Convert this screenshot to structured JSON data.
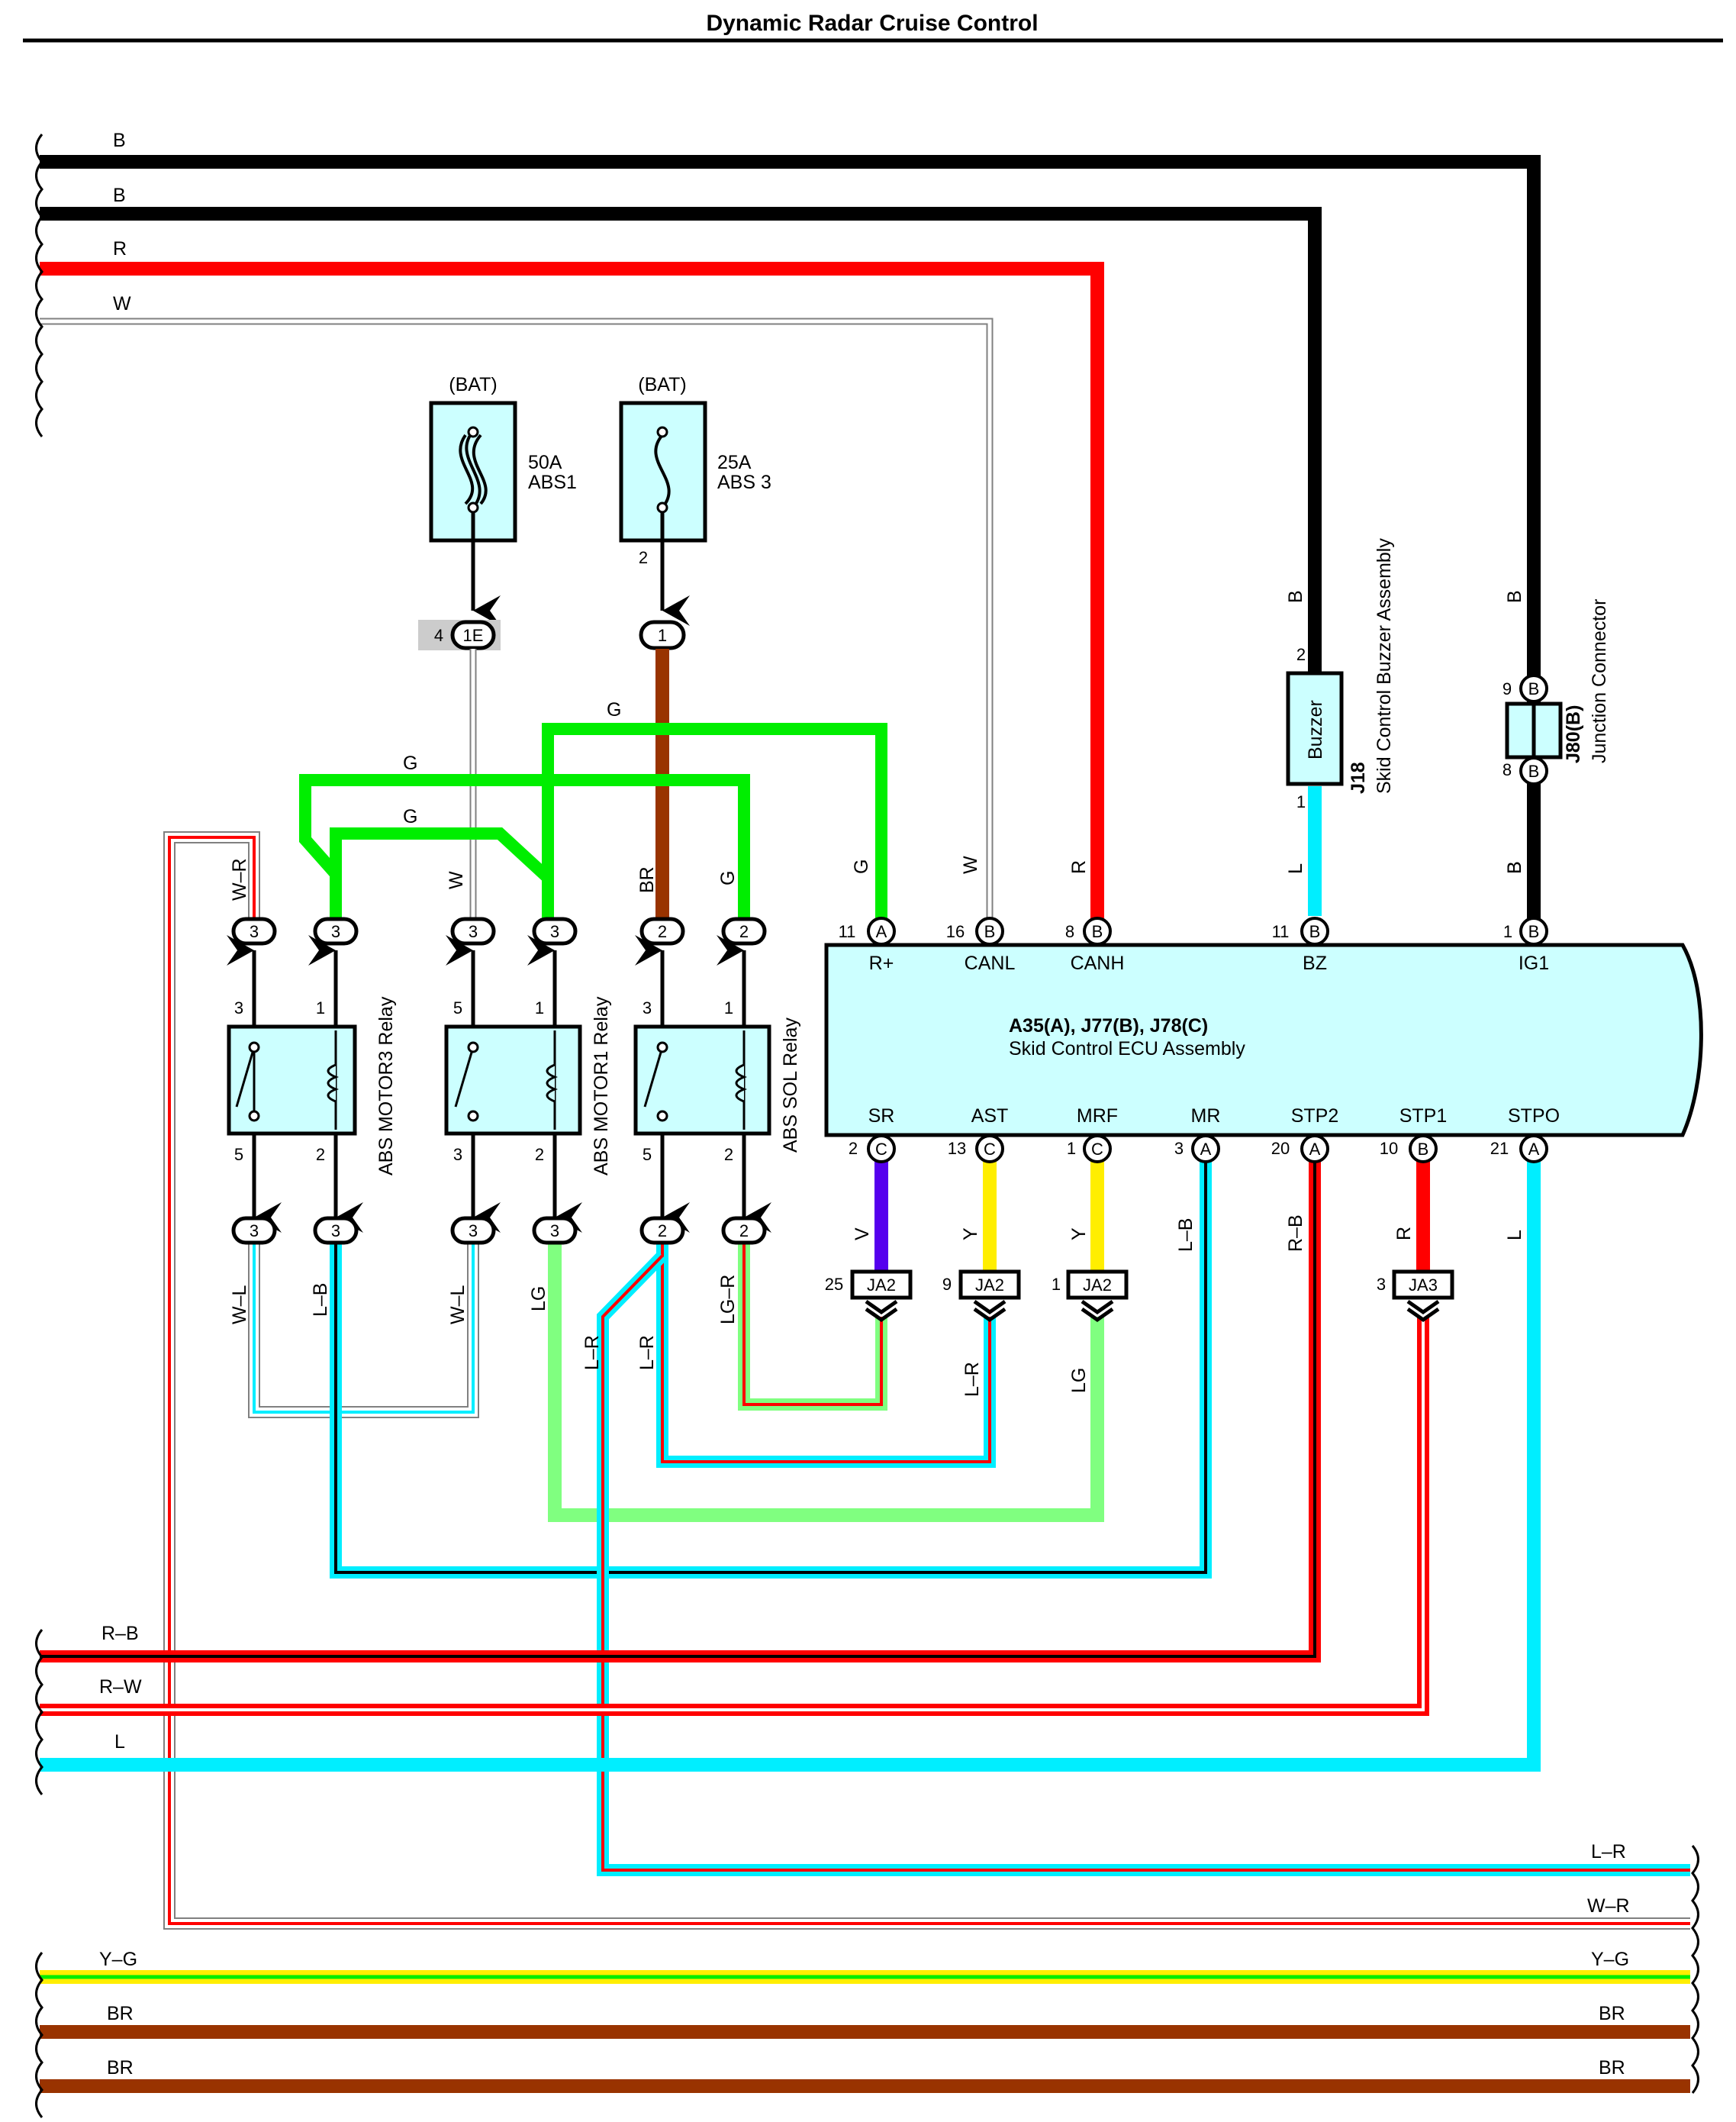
{
  "title": "Dynamic Radar Cruise Control",
  "colors": {
    "B": "#000000",
    "R": "#ff0000",
    "W": "#ffffff",
    "G": "#00ee00",
    "LG": "#80ff80",
    "L": "#00eeff",
    "BR": "#993300",
    "V": "#5500ee",
    "Y": "#ffee00",
    "ecu_fill": "#ccffff",
    "grey": "#cccccc"
  },
  "left_wires_top": [
    "B",
    "B",
    "R",
    "W"
  ],
  "left_wires_bottom": [
    "R–B",
    "R–W",
    "L"
  ],
  "right_wires_bottom": [
    "L–R",
    "W–R",
    "Y–G",
    "BR",
    "BR"
  ],
  "fuses": [
    {
      "source": "(BAT)",
      "amp": "50A",
      "name": "ABS1",
      "pin": "",
      "connector_pin": "4",
      "connector": "1E"
    },
    {
      "source": "(BAT)",
      "amp": "25A",
      "name": "ABS 3",
      "pin": "2",
      "connector": "1"
    }
  ],
  "relays": [
    {
      "name": "ABS MOTOR3 Relay",
      "pins_top": [
        "3",
        "1"
      ],
      "pins_bottom": [
        "5",
        "2"
      ],
      "conn_top": [
        "3",
        "3"
      ],
      "conn_bottom": [
        "3",
        "3"
      ],
      "wires_top": [
        "W–R",
        ""
      ],
      "wires_bottom": [
        "W–L",
        "L–B"
      ]
    },
    {
      "name": "ABS MOTOR1 Relay",
      "pins_top": [
        "5",
        "1"
      ],
      "pins_bottom": [
        "3",
        "2"
      ],
      "conn_top": [
        "3",
        "3"
      ],
      "conn_bottom": [
        "3",
        "3"
      ],
      "wires_top": [
        "W",
        ""
      ],
      "wires_bottom": [
        "W–L",
        "LG"
      ]
    },
    {
      "name": "ABS SOL Relay",
      "pins_top": [
        "3",
        "1"
      ],
      "pins_bottom": [
        "5",
        "2"
      ],
      "conn_top": [
        "2",
        "2"
      ],
      "conn_bottom": [
        "2",
        "2"
      ],
      "wires_top": [
        "BR",
        "G"
      ],
      "wires_bottom": [
        "L–R",
        "LG–R"
      ]
    }
  ],
  "g_labels": [
    "G",
    "G",
    "G"
  ],
  "ecu": {
    "title": "A35(A), J77(B), J78(C)",
    "subtitle": "Skid Control ECU Assembly",
    "top_pins": [
      {
        "num": "11",
        "conn": "A",
        "name": "R+",
        "wire": "G"
      },
      {
        "num": "16",
        "conn": "B",
        "name": "CANL",
        "wire": "W"
      },
      {
        "num": "8",
        "conn": "B",
        "name": "CANH",
        "wire": "R"
      },
      {
        "num": "11",
        "conn": "B",
        "name": "BZ",
        "wire": "L"
      },
      {
        "num": "1",
        "conn": "B",
        "name": "IG1",
        "wire": "B"
      }
    ],
    "bottom_pins": [
      {
        "num": "2",
        "conn": "C",
        "name": "SR",
        "wire": "V"
      },
      {
        "num": "13",
        "conn": "C",
        "name": "AST",
        "wire": "Y"
      },
      {
        "num": "1",
        "conn": "C",
        "name": "MRF",
        "wire": "Y"
      },
      {
        "num": "3",
        "conn": "A",
        "name": "MR",
        "wire": "L–B"
      },
      {
        "num": "20",
        "conn": "A",
        "name": "STP2",
        "wire": "R–B"
      },
      {
        "num": "10",
        "conn": "B",
        "name": "STP1",
        "wire": "R"
      },
      {
        "num": "21",
        "conn": "A",
        "name": "STPO",
        "wire": "L"
      }
    ]
  },
  "junctions": [
    {
      "num": "25",
      "name": "JA2",
      "wire_below": ""
    },
    {
      "num": "9",
      "name": "JA2",
      "wire_below": "L–R"
    },
    {
      "num": "1",
      "name": "JA2",
      "wire_below": "LG"
    },
    {
      "num": "3",
      "name": "JA3",
      "wire_below": ""
    }
  ],
  "buzzer": {
    "id": "J18",
    "name": "Skid Control Buzzer Assembly",
    "label": "Buzzer",
    "pin_top": "2",
    "pin_bottom": "1",
    "wire_top": "B",
    "wire_bottom": "L"
  },
  "junction_connector": {
    "id": "J80(B)",
    "name": "Junction Connector",
    "pin_top": "9",
    "pin_bottom": "8",
    "conn": "B",
    "wire_top": "B",
    "wire_bottom": "B"
  }
}
